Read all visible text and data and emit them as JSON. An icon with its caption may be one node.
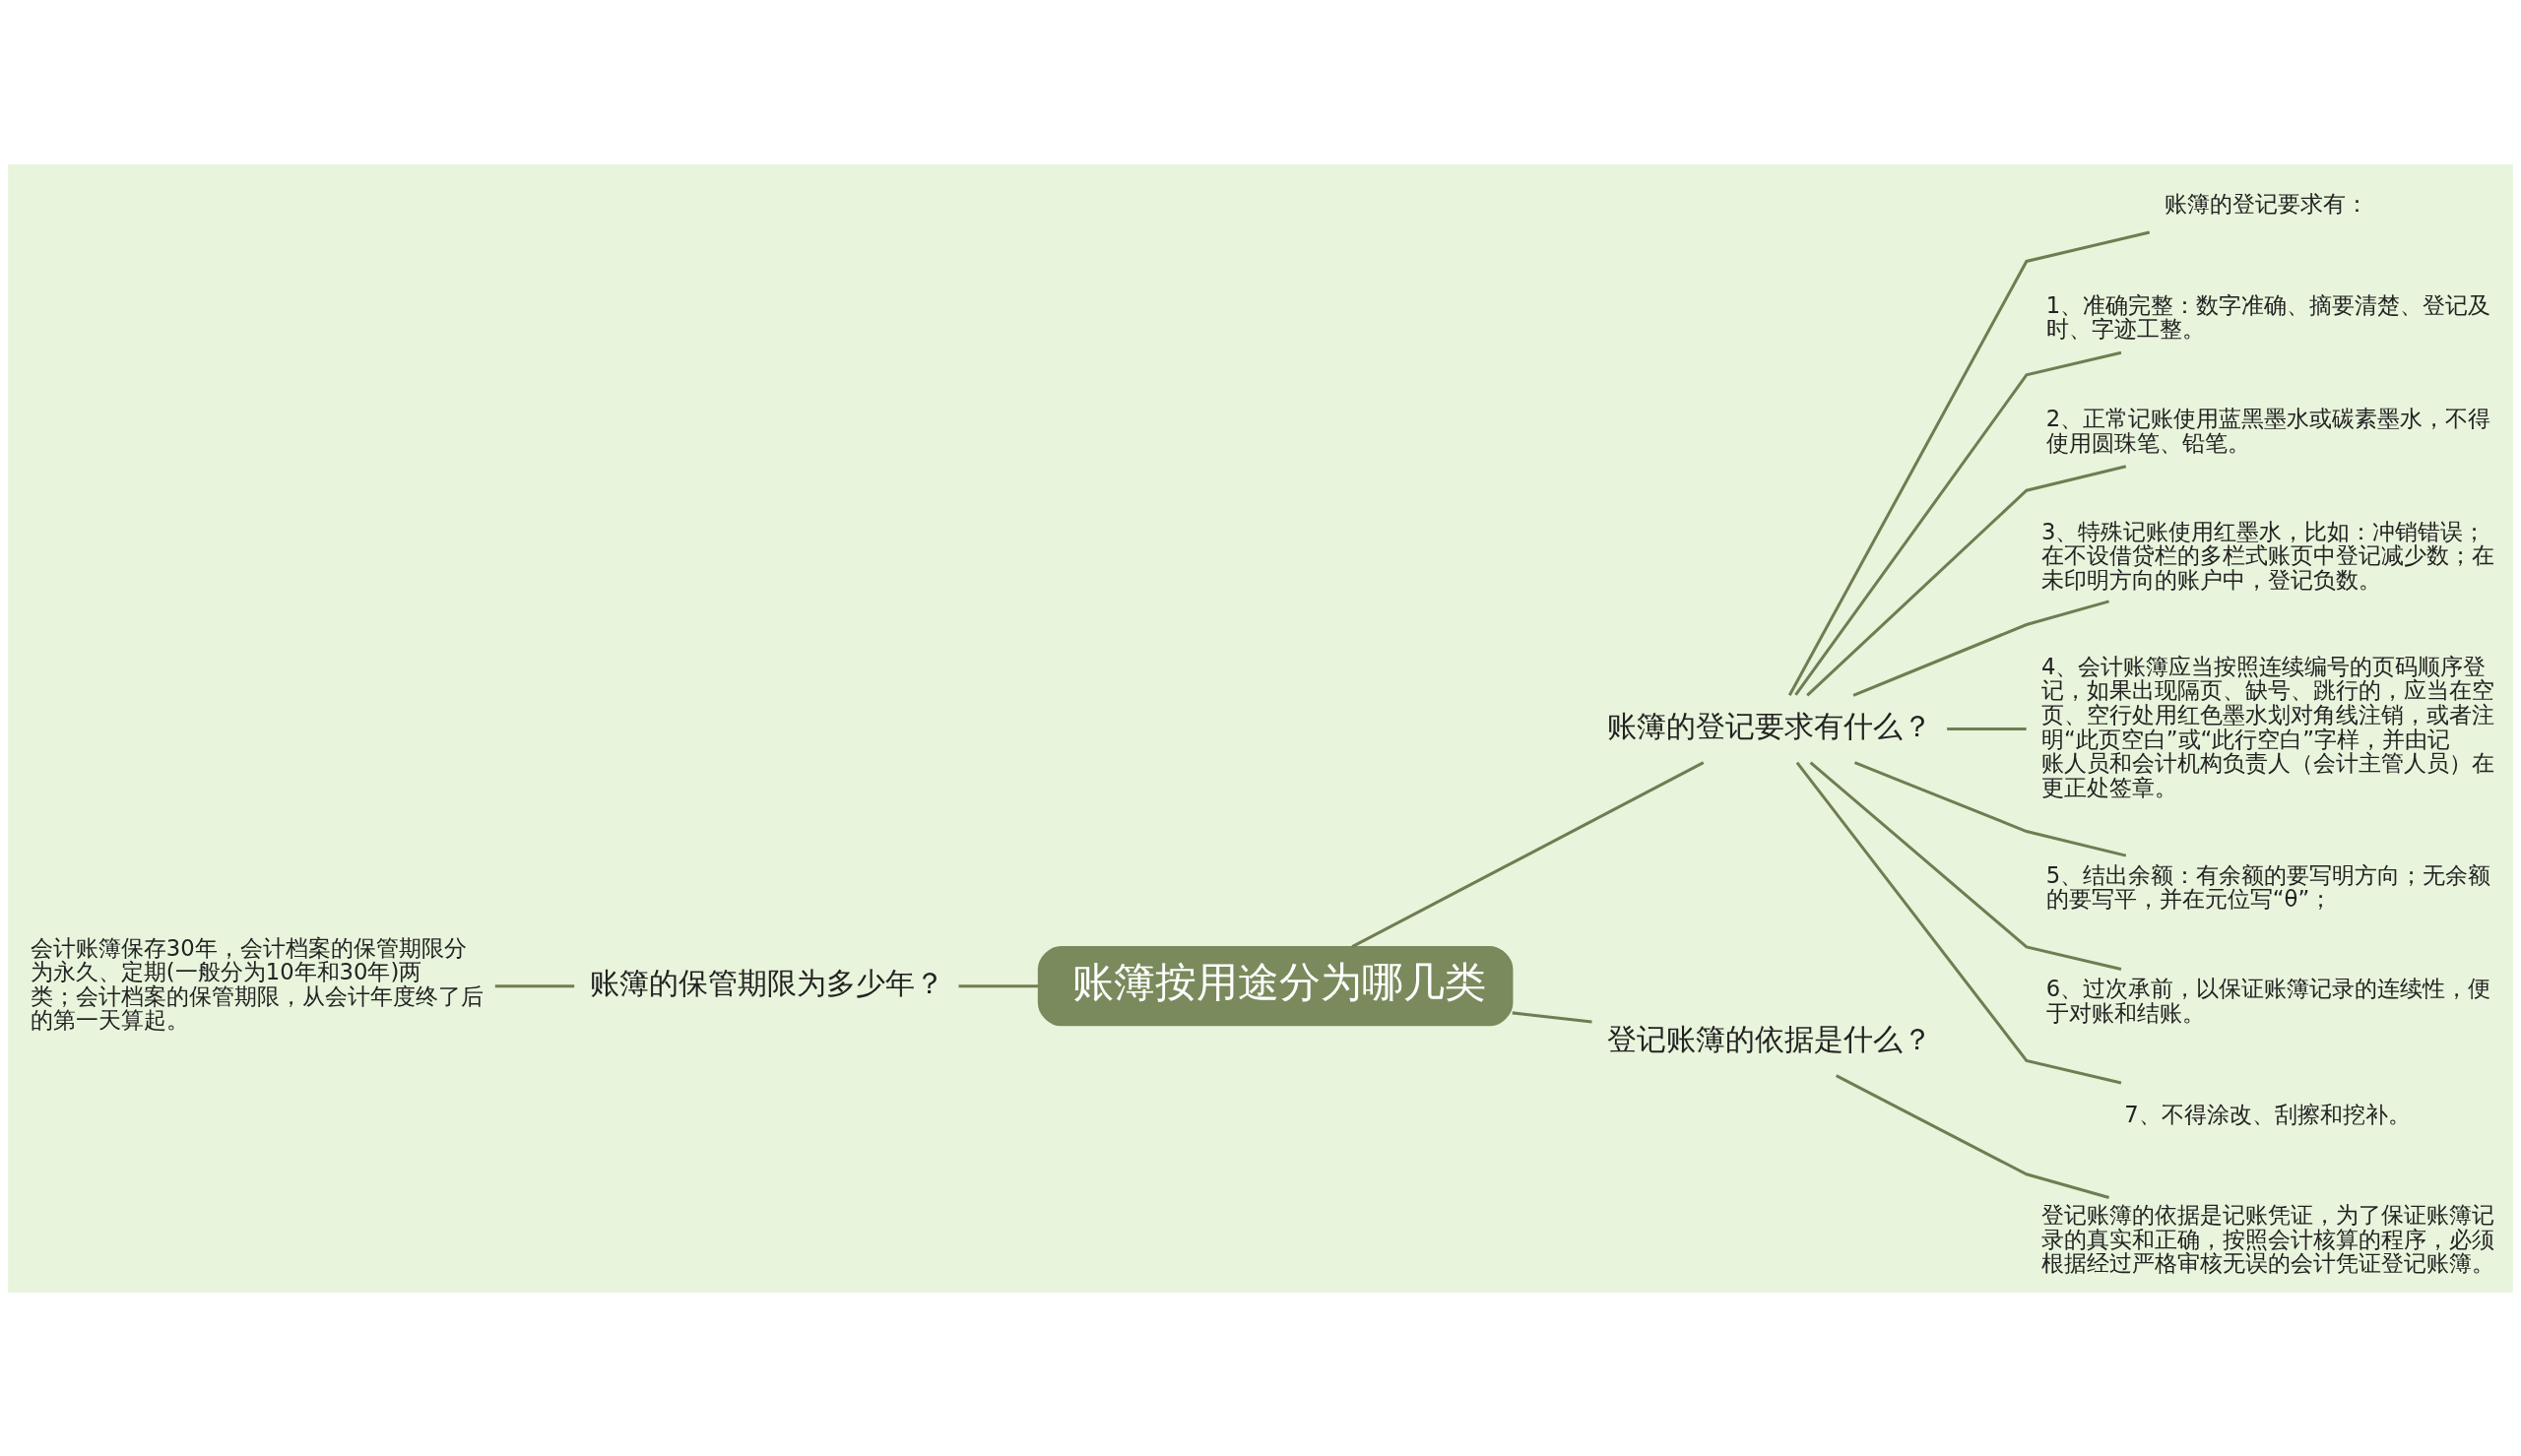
{
  "diagram": {
    "nodes": [
      {
        "text": [
          "账簿按用途分为哪几类"
        ]
      },
      {
        "text": [
          "账簿的保管期限为多少年？"
        ]
      },
      {
        "text": [
          "会计账簿保存30年，会计档案的保管期限分为永久、定期(一般分为10年和30年)两类；会计档案的保管期限，从会计年度终了后的第一天算起。"
        ]
      },
      {
        "text": [
          "账簿的登记要求有什么？"
        ]
      },
      {
        "text": [
          "账簿的登记要求有："
        ]
      },
      {
        "text": [
          "1、准确完整：数字准确、摘要清楚、登记及时、字迹工整。"
        ]
      },
      {
        "text": [
          "2、正常记账使用蓝黑墨水或碳素墨水，不得使用圆珠笔、铅笔。"
        ]
      },
      {
        "text": [
          "3、特殊记账使用红墨水，比如：冲销错误；在不设借贷栏的多栏式账页中登记减少数；在未印明方向的账户中，登记负数。"
        ]
      },
      {
        "text": [
          "4、会计账簿应当按照连续编号的页码顺序登记，如果出现隔页、缺号、跳行的，应当在空页、空行处用红色墨水划对角线注销，或者注明“此页空白”或“此行空白”字样，并由记账人员和会计机构负责人（会计主管人员）在更正处签章。"
        ]
      },
      {
        "text": [
          "5、结出余额：有余额的要写明方向；无余额的要写平，并在元位写“θ”；"
        ]
      },
      {
        "text": [
          "6、过次承前，以保证账簿记录的连续性，便于对账和结账。"
        ]
      },
      {
        "text": [
          "7、不得涂改、刮擦和挖补。"
        ]
      },
      {
        "text": [
          "登记账簿的依据是什么？"
        ]
      },
      {
        "text": [
          "登记账簿的依据是记账凭证，为了保证账簿记录的真实和正确，按照会计核算的程序，必须根据经过严格审核无误的会计凭证登记账簿。"
        ]
      }
    ],
    "edges": [
      {
        "from": 0,
        "to": 1,
        "arrow": "none"
      },
      {
        "from": 1,
        "to": 2,
        "arrow": "none"
      },
      {
        "from": 0,
        "to": 3,
        "arrow": "none"
      },
      {
        "from": 3,
        "to": 4,
        "arrow": "none"
      },
      {
        "from": 3,
        "to": 5,
        "arrow": "none"
      },
      {
        "from": 3,
        "to": 6,
        "arrow": "none"
      },
      {
        "from": 3,
        "to": 7,
        "arrow": "none"
      },
      {
        "from": 3,
        "to": 8,
        "arrow": "none"
      },
      {
        "from": 3,
        "to": 9,
        "arrow": "none"
      },
      {
        "from": 3,
        "to": 10,
        "arrow": "none"
      },
      {
        "from": 3,
        "to": 11,
        "arrow": "none"
      },
      {
        "from": 0,
        "to": 12,
        "arrow": "none"
      },
      {
        "from": 12,
        "to": 13,
        "arrow": "none"
      }
    ]
  }
}
